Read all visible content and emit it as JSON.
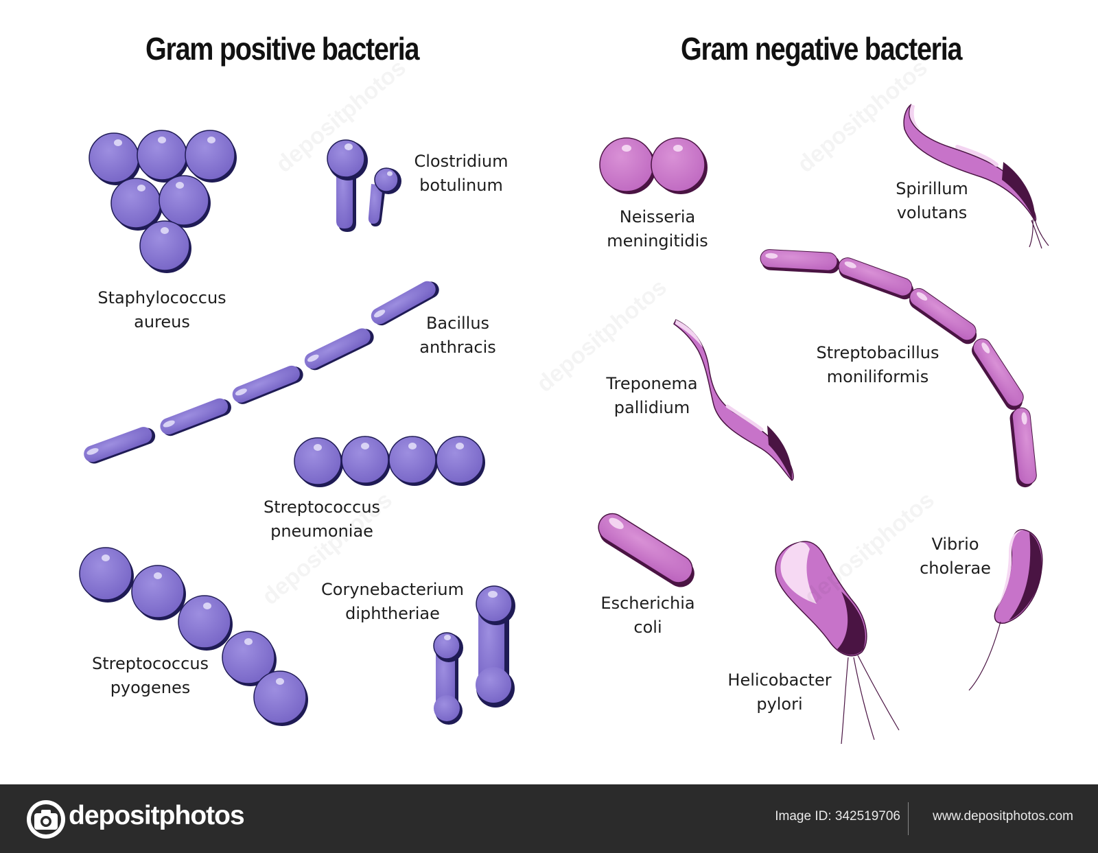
{
  "headings": {
    "positive": "Gram positive bacteria",
    "negative": "Gram negative bacteria"
  },
  "labels": {
    "clostridium": [
      "Clostridium",
      "botulinum"
    ],
    "staphylococcus": [
      "Staphylococcus",
      "aureus"
    ],
    "bacillus": [
      "Bacillus",
      "anthracis"
    ],
    "strep_pneumoniae": [
      "Streptococcus",
      "pneumoniae"
    ],
    "corynebacterium": [
      "Corynebacterium",
      "diphtheriae"
    ],
    "strep_pyogenes": [
      "Streptococcus",
      "pyogenes"
    ],
    "neisseria": [
      "Neisseria",
      "meningitidis"
    ],
    "spirillum": [
      "Spirillum",
      "volutans"
    ],
    "streptobacillus": [
      "Streptobacillus",
      "moniliformis"
    ],
    "treponema": [
      "Treponema",
      "pallidium"
    ],
    "escherichia": [
      "Escherichia",
      "coli"
    ],
    "vibrio": [
      "Vibrio",
      "cholerae"
    ],
    "helicobacter": [
      "Helicobacter",
      "pylori"
    ]
  },
  "footer": {
    "brand": "depositphotos",
    "image_id": "Image ID: 342519706",
    "site": "www.depositphotos.com"
  },
  "watermark": "depositphotos",
  "colors": {
    "gram_positive": "#8170cf",
    "gram_positive_dark": "#1f1b55",
    "gram_negative": "#c773c9",
    "gram_negative_dark": "#4a1443",
    "footer_bg": "#2b2b2b"
  }
}
